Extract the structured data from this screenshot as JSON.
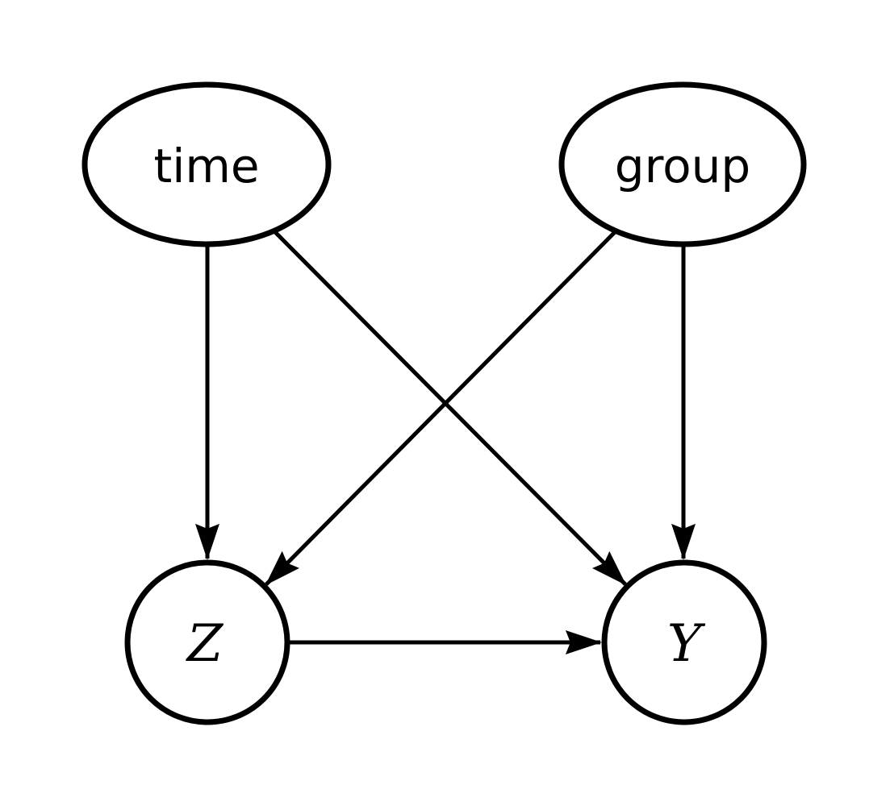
{
  "diagram": {
    "type": "directed-acyclic-graph",
    "background_color": "#ffffff",
    "stroke_color": "#000000",
    "nodes": [
      {
        "id": "time",
        "label": "time",
        "shape": "ellipse",
        "font": "sans"
      },
      {
        "id": "group",
        "label": "group",
        "shape": "ellipse",
        "font": "sans"
      },
      {
        "id": "Z",
        "label": "Z",
        "shape": "circle",
        "font": "math-italic"
      },
      {
        "id": "Y",
        "label": "Y",
        "shape": "circle",
        "font": "math-italic"
      }
    ],
    "edges": [
      {
        "from": "time",
        "to": "Z"
      },
      {
        "from": "time",
        "to": "Y"
      },
      {
        "from": "group",
        "to": "Z"
      },
      {
        "from": "group",
        "to": "Y"
      },
      {
        "from": "Z",
        "to": "Y"
      }
    ]
  }
}
